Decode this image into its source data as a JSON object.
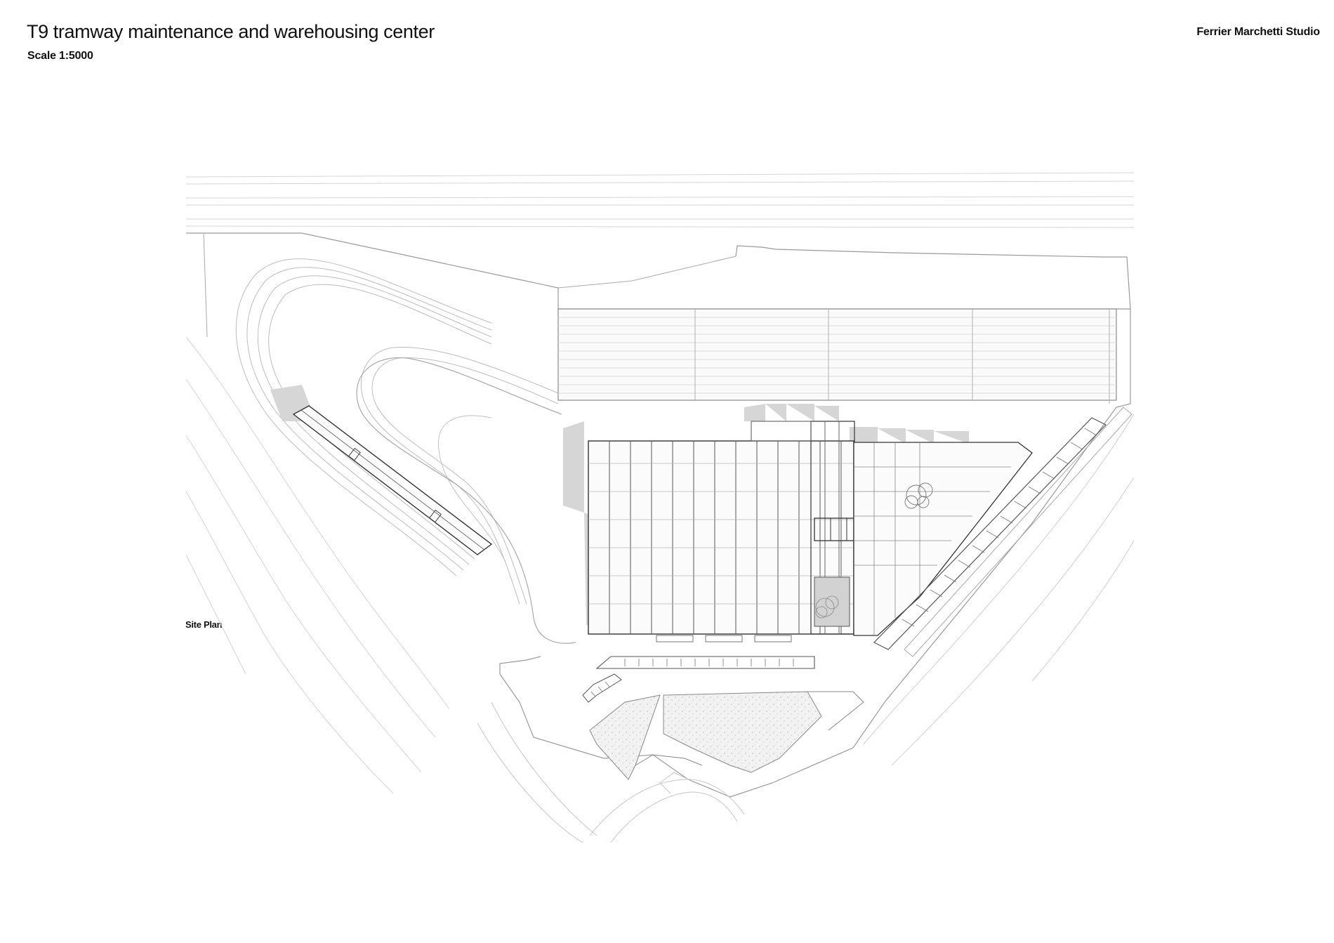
{
  "header": {
    "title": "T9 tramway maintenance and warehousing center",
    "scale": "Scale 1:5000",
    "studio": "Ferrier Marchetti Studio"
  },
  "drawing": {
    "label": "Site Plan"
  },
  "colors": {
    "ink": "#111111",
    "line": "#8a8a8a",
    "line_light": "#c4c4c4",
    "shadow": "#d2d2d2",
    "hatch": "#e6e6e6"
  }
}
